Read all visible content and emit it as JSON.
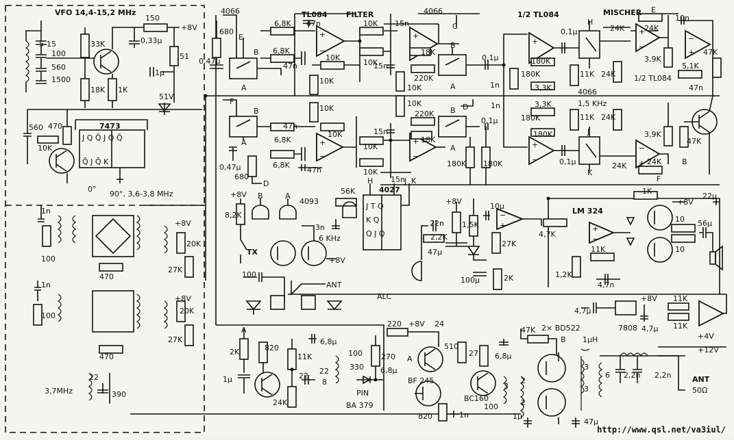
{
  "labels": {
    "vfo": "VFO 14,4-15,2 MHz",
    "c_5_15": "5-15",
    "c100": "100",
    "c560a": "560",
    "c1500": "1500",
    "r33k": "33K",
    "r18k_vfo": "18K",
    "r1k_vfo": "1K",
    "r150": "150",
    "c033": "0,33µ",
    "plus8v_top": "+8V",
    "r51": "51",
    "c1u_vfo": "1µ",
    "z51v": "51V",
    "c560b": "560",
    "r470": "470",
    "r10k_ff": "10K",
    "ic7473": "7473",
    "zero_deg": "0°",
    "ninety_deg": "90°, 3,6-3,8 MHz",
    "sw4066_a": "4066",
    "r680_top": "680",
    "c047_top": "0,47µ",
    "sw_e": "E",
    "sw_b1": "B",
    "sw_a1": "A",
    "tl084": "TL084",
    "filter": "FILTER",
    "c47n_a": "47n",
    "r68k_a": "6,8K",
    "r68k_b": "6,8K",
    "c47n_b": "47n",
    "r10k_f1": "10K",
    "r10k_f2": "10K",
    "r10k_f3": "10K",
    "r10k_f4": "10K",
    "c15n_a": "15n",
    "c15n_b": "15n",
    "r18k_f": "18K",
    "r220k_a": "220K",
    "r10k_f5": "10K",
    "sw4066_b": "4066",
    "sw_c": "C",
    "sw_b2": "B",
    "sw_a2": "A",
    "half_tl084": "1/2 TL084",
    "c01_a": "0,1µ",
    "c1n_a": "1n",
    "r180k_a": "180K",
    "r180k_b": "180K",
    "r33k_a": "3,3K",
    "c01_b": "0,1µ",
    "h_label": "H",
    "r24k_a": "24K",
    "r11k_a": "11K",
    "mischer": "MISCHER",
    "sw_e2": "E",
    "r24k_b": "24K",
    "r24k_c": "24K",
    "c10n": "10n",
    "r47k_a": "47K",
    "r39k_a": "3,9K",
    "r51k": "5,1K",
    "half_tl084_b": "1/2 TL084",
    "c47n_c": "47n",
    "ic4066_mid": "4066",
    "khz15": "1,5 KHz",
    "r33k_b": "3,3K",
    "r180k_c": "180K",
    "r11k_b": "11K",
    "r24k_d": "24K",
    "r180k_d": "180K",
    "j_label": "J",
    "c01_c": "0,1µ",
    "k_label": "K",
    "r24k_e": "24K",
    "r24k_f": "24K",
    "r39k_b": "3,9K",
    "r47k_b": "47K",
    "b_label": "B",
    "f_label": "F",
    "sw_f": "F",
    "sw_b3": "B",
    "sw_a3": "A",
    "r68k_c": "6,8K",
    "c47n_d": "47n",
    "r68k_d": "6,8K",
    "c47n_e": "47n",
    "r10k_g1": "10K",
    "r10k_g2": "10K",
    "r10k_g3": "10K",
    "r10k_g4": "10K",
    "c15n_c": "15n",
    "c15n_d": "15n",
    "r220k_b": "220K",
    "r18k_g": "18K",
    "r10k_g5": "10K",
    "sw_d": "D",
    "sw_b4": "B",
    "sw_a4": "A",
    "c047_b": "0,47µ",
    "r680_b": "680",
    "sw_d2": "D",
    "r180k_e": "180K",
    "r180k_f": "180K",
    "c01_d": "0,1µ",
    "c1n_b": "1n",
    "plus8v_tx": "+8V",
    "r82k": "8,2K",
    "tx": "TX",
    "ic4093": "4093",
    "gate_b": "B",
    "gate_a": "A",
    "plus8v_q": "+8V",
    "r56k": "56K",
    "c3n": "3n",
    "khz6": "6 KHz",
    "ic4027": "4027",
    "ff_h": "H",
    "ff_j": "J",
    "ff_k": "K",
    "c22n": "22n",
    "r22k": "2,2K",
    "c47u": "47µ",
    "r15k": "1,5K",
    "plus8v_mic": "+8V",
    "c10u": "10µ",
    "r27k_mic": "27K",
    "c100u": "100µ",
    "r2k_mic": "2K",
    "lm324": "LM 324",
    "r47k_lm": "4,7K",
    "r1k_lm": "1K",
    "plus8v_lm": "+8V",
    "r10_a": "10",
    "r10_b": "10",
    "c56u": "56µ",
    "c22u": "22µ",
    "r12k": "1,2K",
    "r11k_lm": "11K",
    "c47n_lm": "4,7n",
    "c100_ant": "100",
    "ant": "ANT",
    "alc": "ALC",
    "c47u_reg": "4,7µ",
    "plus8v_reg": "+8V",
    "r11k_r1": "11K",
    "r11k_r2": "11K",
    "reg7808": "7808",
    "c47u_b": "4,7µ",
    "plus4v": "+4V",
    "plus12v": "+12V",
    "r1n": "1n",
    "r100_a": "100",
    "r470_a": "470",
    "c1n_in": "1n",
    "r100_b": "100",
    "r470_b": "470",
    "plus8v_bal1": "+8V",
    "r20k_a": "20K",
    "r27k_a": "27K",
    "plus8v_bal2": "+8V",
    "r20k_b": "20K",
    "r27k_b": "27K",
    "mhz37": "3,7MHz",
    "c22": "22",
    "c390": "390",
    "pa_a": "A",
    "r2k_pa": "2K",
    "r820": "820",
    "c1u_pa": "1µ",
    "r11k_pa": "11K",
    "c68u_a": "6,8µ",
    "c22_pa": "22",
    "r24k_pa": "24K",
    "c100_pa": "100",
    "c22_pa2": "22",
    "c330": "330",
    "c8": "8",
    "r270": "270",
    "c68u_b": "6,8µ",
    "pin": "PIN",
    "ba379": "BA 379",
    "r220": "220",
    "plus8v_pa": "+8V",
    "r24_pa": "24",
    "r510": "510",
    "r27_pa": "27",
    "c68u_c": "6,8µ",
    "bf245": "BF 245",
    "pa_a2": "A",
    "r820_b": "820",
    "c1n_pa": "1n",
    "bc160": "BC160",
    "c3": "3",
    "c100_b": "100",
    "r47k_bd": "47K",
    "bd522": "2× BD522",
    "bd_b": "B",
    "l1uh": "1µH",
    "t2a": "2",
    "t2b": "2",
    "t3a": "3",
    "t3b": "3",
    "t6": "6",
    "c22n_a": "2,2n",
    "c22n_b": "2,2n",
    "ant_out": "ANT",
    "ohm50": "50Ω",
    "c1u_bd": "1µ",
    "c47u_bd": "47µ",
    "url": "http://www.qsl.net/va3iul/"
  }
}
